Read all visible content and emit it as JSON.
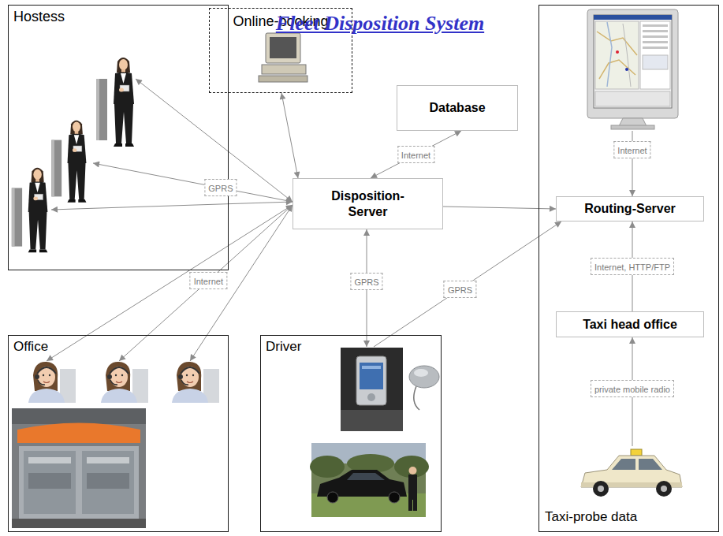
{
  "diagram": {
    "title": "Fleet Disposition System",
    "nodes": [
      {
        "text": [
          "Hostess"
        ]
      },
      {
        "text": [
          "Online-booking"
        ]
      },
      {
        "text": [
          "Database"
        ]
      },
      {
        "text": [
          "Disposition- Server"
        ]
      },
      {
        "text": [
          "Taxi-probe data"
        ]
      },
      {
        "text": [
          "Routing-Server"
        ],
        "in": 4
      },
      {
        "text": [
          "Taxi head office"
        ],
        "in": 4
      },
      {
        "text": [
          "Office"
        ]
      },
      {
        "text": [
          "Driver"
        ]
      }
    ],
    "edges": [
      {
        "from": 3,
        "to": 0,
        "arrow": "both"
      },
      {
        "from": 3,
        "to": 0,
        "label": "GPRS",
        "arrow": "both"
      },
      {
        "from": 3,
        "to": 0,
        "arrow": "both"
      },
      {
        "from": 3,
        "to": 1,
        "arrow": "both"
      },
      {
        "from": 3,
        "to": 2,
        "label": "Internet",
        "arrow": "both"
      },
      {
        "from": 3,
        "to": 5,
        "arrow": "to"
      },
      {
        "from": 3,
        "to": 7,
        "arrow": "both"
      },
      {
        "from": 3,
        "to": 7,
        "label": "Internet",
        "arrow": "both"
      },
      {
        "from": 3,
        "to": 7,
        "arrow": "both"
      },
      {
        "from": 3,
        "to": 8,
        "label": "GPRS",
        "arrow": "both"
      },
      {
        "from": 8,
        "to": 5,
        "label": "GPRS",
        "arrow": "to"
      },
      {
        "from": 6,
        "to": 5,
        "label": "Internet, HTTP/FTP",
        "arrow": "to"
      }
    ],
    "labels": [
      "Internet",
      "private mobile radio"
    ]
  }
}
